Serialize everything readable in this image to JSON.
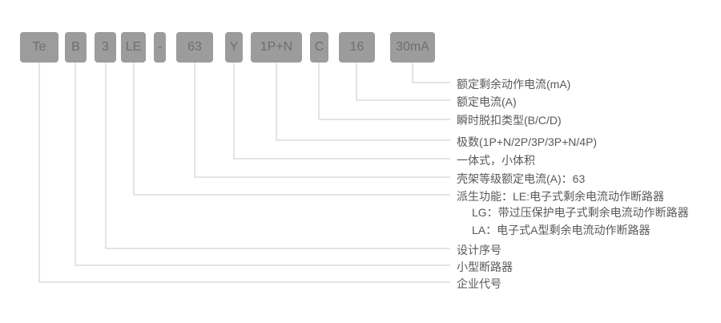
{
  "colors": {
    "background": "#ffffff",
    "box_bg": "#9c9c9c",
    "box_text": "#6e6e6e",
    "connector_line": "#c9c9c9",
    "label_text": "#595959"
  },
  "model_code": "TeB3LE-63Y 1P+N C 16 30mA",
  "segments": [
    {
      "code": "Te",
      "meaning": "企业代号"
    },
    {
      "code": "B",
      "meaning": "小型断路器"
    },
    {
      "code": "3",
      "meaning": "设计序号"
    },
    {
      "code": "LE",
      "meaning": "派生功能：LE:电子式剩余电流动作断路器"
    },
    {
      "code": "-",
      "meaning": ""
    },
    {
      "code": "63",
      "meaning": "壳架等级额定电流(A)：63"
    },
    {
      "code": "Y",
      "meaning": "一体式，小体积"
    },
    {
      "code": "1P+N",
      "meaning": "极数(1P+N/2P/3P/3P+N/4P)"
    },
    {
      "code": "C",
      "meaning": "瞬时脱扣类型(B/C/D)"
    },
    {
      "code": "16",
      "meaning": "额定电流(A)"
    },
    {
      "code": "30mA",
      "meaning": "额定剩余动作电流(mA)"
    }
  ],
  "labels": [
    {
      "text": "额定剩余动作电流(mA)"
    },
    {
      "text": "额定电流(A)"
    },
    {
      "text": "瞬时脱扣类型(B/C/D)"
    },
    {
      "text": "极数(1P+N/2P/3P/3P+N/4P)"
    },
    {
      "text": "一体式，小体积"
    },
    {
      "text": "壳架等级额定电流(A)：63"
    },
    {
      "text": "派生功能：LE:电子式剩余电流动作断路器"
    },
    {
      "text": "LG：带过压保护电子式剩余电流动作断路器"
    },
    {
      "text": "LA：电子式A型剩余电流动作断路器"
    },
    {
      "text": "设计序号"
    },
    {
      "text": "小型断路器"
    },
    {
      "text": "企业代号"
    }
  ]
}
